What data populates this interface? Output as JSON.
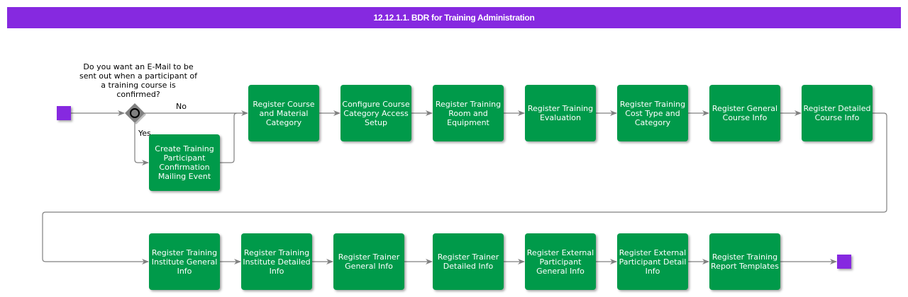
{
  "header": {
    "title": "12.12.1.1. BDR for Training Administration"
  },
  "colors": {
    "header": "#8629e0",
    "task": "#009a4a",
    "event": "#8629e0",
    "gateway": "#808080",
    "connector": "#808080"
  },
  "gateway": {
    "question": "Do you want an E-Mail to be sent out when a participant of a training course is confirmed?",
    "no_label": "No",
    "yes_label": "Yes",
    "icon": "exclusive-gateway-circle-icon"
  },
  "events": {
    "start": "start-event",
    "end": "end-event"
  },
  "optional_task": "Create Training Participant Confirmation Mailing Event",
  "row1_tasks": [
    "Register Course and Material Category",
    "Configure Course Category Access Setup",
    "Register Training Room and Equipment",
    "Register Training Evaluation",
    "Register Training Cost Type and Category",
    "Register General Course Info",
    "Register Detailed Course Info"
  ],
  "row2_tasks": [
    "Register Training Institute General Info",
    "Register Training Institute Detailed Info",
    "Register Trainer General Info",
    "Register Trainer Detailed Info",
    "Register External Participant General Info",
    "Register External Participant Detail Info",
    "Register Training Report Templates"
  ]
}
